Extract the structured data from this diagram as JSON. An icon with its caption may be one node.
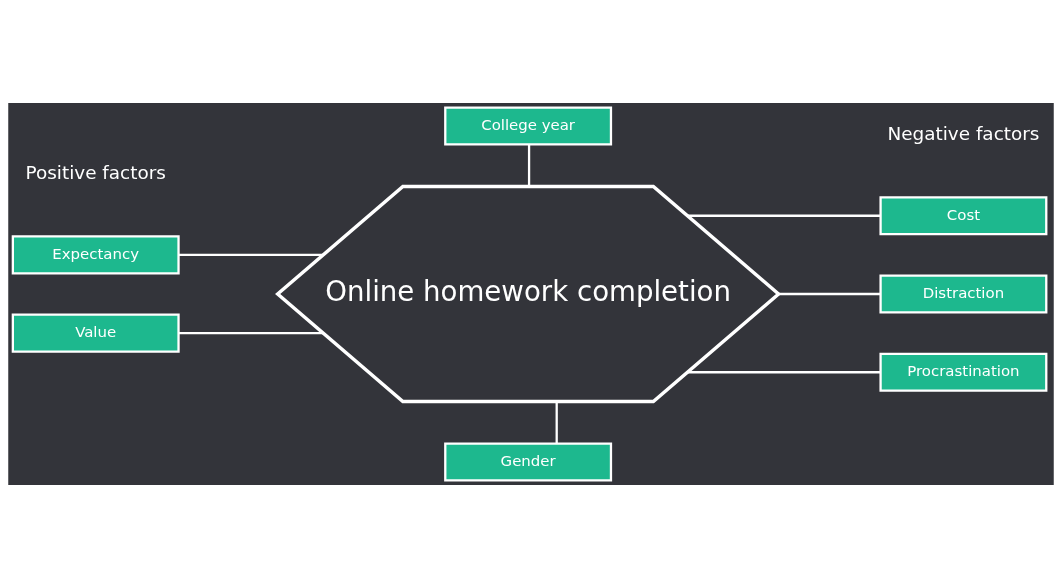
{
  "diagram": {
    "nodes": [
      {
        "text": [
          "Online homework completion"
        ]
      },
      {
        "text": [
          "Gender"
        ]
      },
      {
        "text": [
          "Expectancy"
        ]
      },
      {
        "text": [
          "Value"
        ]
      },
      {
        "text": [
          "Cost"
        ]
      },
      {
        "text": [
          "Distraction"
        ]
      },
      {
        "text": [
          "Procrastination"
        ]
      },
      {
        "text": [
          "College year"
        ]
      }
    ],
    "edges": [
      {
        "from": 1,
        "to": 0,
        "arrow": "none"
      },
      {
        "from": 2,
        "to": 0,
        "arrow": "none"
      },
      {
        "from": 3,
        "to": 0,
        "arrow": "none"
      },
      {
        "from": 0,
        "to": 4,
        "arrow": "none"
      },
      {
        "from": 0,
        "to": 5,
        "arrow": "none"
      },
      {
        "from": 0,
        "to": 6,
        "arrow": "none"
      },
      {
        "from": 7,
        "to": 0,
        "arrow": "none"
      }
    ],
    "labels": [
      "Positive factors",
      "Negative factors"
    ]
  }
}
